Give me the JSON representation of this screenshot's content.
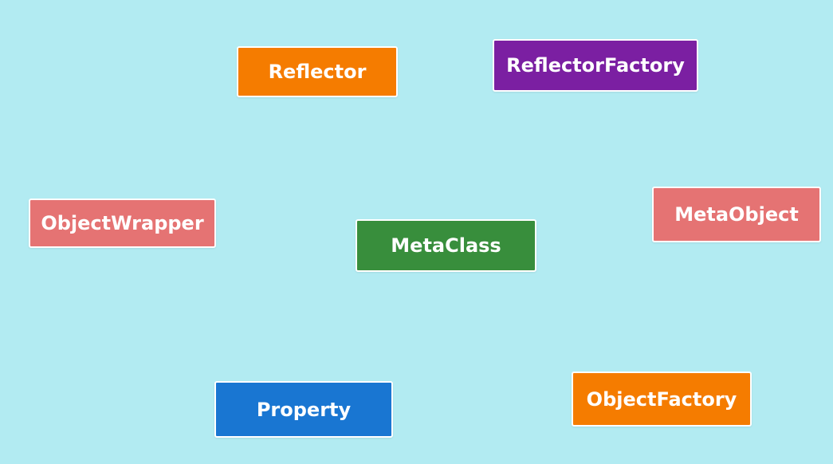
{
  "diagram": {
    "background_color": "#b2ebf2",
    "nodes": [
      {
        "id": "reflector",
        "label": "Reflector",
        "color": "#f57c00"
      },
      {
        "id": "reflectorfactory",
        "label": "ReflectorFactory",
        "color": "#7b1fa2"
      },
      {
        "id": "objectwrapper",
        "label": "ObjectWrapper",
        "color": "#e57373"
      },
      {
        "id": "metaobject",
        "label": "MetaObject",
        "color": "#e57373"
      },
      {
        "id": "metaclass",
        "label": "MetaClass",
        "color": "#388e3c"
      },
      {
        "id": "property",
        "label": "Property",
        "color": "#1976d2"
      },
      {
        "id": "objectfactory",
        "label": "ObjectFactory",
        "color": "#f57c00"
      }
    ]
  }
}
